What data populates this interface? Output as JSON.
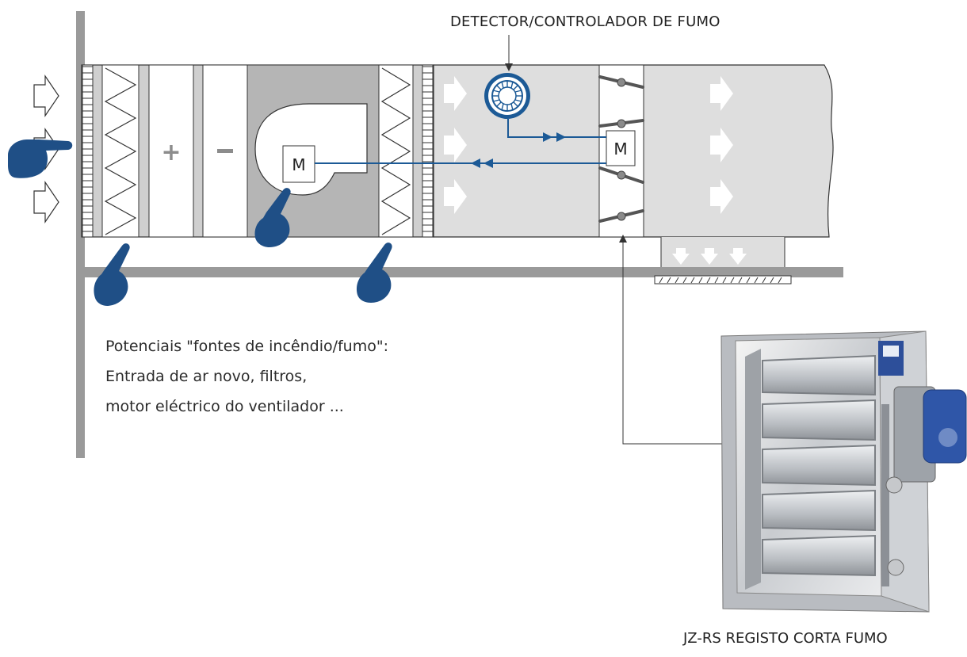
{
  "labels": {
    "detector": "DETECTOR/CONTROLADOR DE FUMO",
    "product": "JZ-RS REGISTO CORTA FUMO",
    "motor_fan": "M",
    "motor_damper": "M",
    "heater_symbol": "+",
    "cooler_symbol": "–"
  },
  "sources_text": {
    "line1": "Potenciais \"fontes de incêndio/fumo\":",
    "line2": "Entrada de ar novo, filtros,",
    "line3": "motor eléctrico do ventilador ..."
  },
  "colors": {
    "signal_blue": "#1c5a96",
    "hand_blue": "#1f4f86",
    "unit_gray": "#cfcfcf",
    "duct_gray": "#dedede",
    "wall_gray": "#9a9a9a"
  }
}
